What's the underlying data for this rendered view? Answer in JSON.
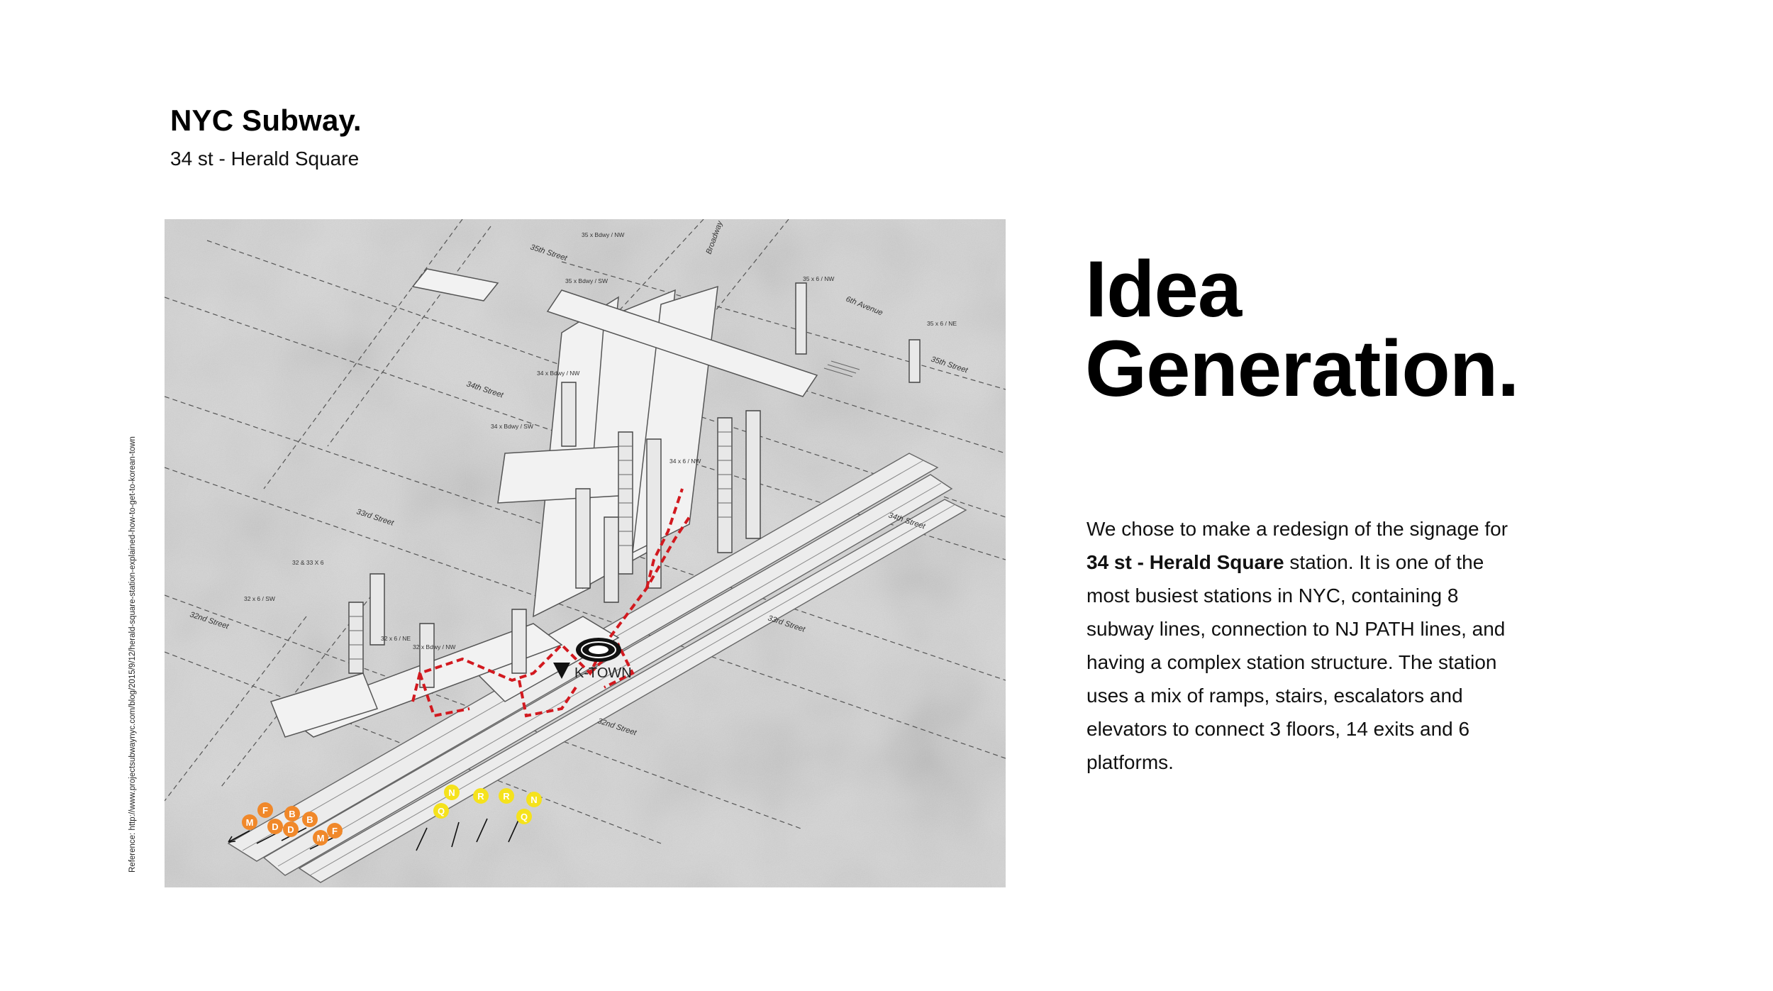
{
  "header": {
    "title": "NYC Subway.",
    "subtitle": "34 st - Herald Square"
  },
  "reference": "Reference: http://www.projectsubwaynyc.com/blog/2015/9/12/herald-square-station-explained-how-to-get-to-korean-town",
  "heading": {
    "line1": "Idea",
    "line2": "Generation."
  },
  "body": {
    "p1": "We chose to make a redesign of the signage for ",
    "station_bold": "34 st - Herald Square",
    "p2": " station. It is one of the most busiest stations in NYC, containing 8 subway lines, connection to NJ PATH lines, and having a complex station structure. The station uses a mix of ramps, stairs, escalators and elevators to connect 3 floors, 14 exits and 6 platforms."
  },
  "diagram": {
    "ktown_label": "K-TOWN",
    "streets": [
      "35th Street",
      "34th Street",
      "33rd Street",
      "32nd Street",
      "35th Street",
      "34th Street",
      "33rd Street",
      "32nd Street",
      "Broadway",
      "6th Avenue"
    ],
    "exits": [
      "35 x Bdwy / NW",
      "35 x Bdwy / SW",
      "35 x 6 / NW",
      "35 x 6 / NE",
      "34 x Bdwy / NW",
      "34 x Bdwy / SW",
      "34 x 6 / NW",
      "32 & 33 X 6",
      "32 x 6 / SW",
      "32 x 6 / NE",
      "32 x Bdwy / NW"
    ],
    "orange_lines": [
      "F",
      "M",
      "D",
      "B",
      "D",
      "B",
      "M",
      "F"
    ],
    "yellow_lines": [
      "N",
      "Q",
      "R",
      "R",
      "N",
      "Q"
    ],
    "colors": {
      "orange": "#f0882a",
      "yellow": "#f5e21c",
      "route": "#d2191f",
      "base": "#d8d8d8"
    }
  }
}
